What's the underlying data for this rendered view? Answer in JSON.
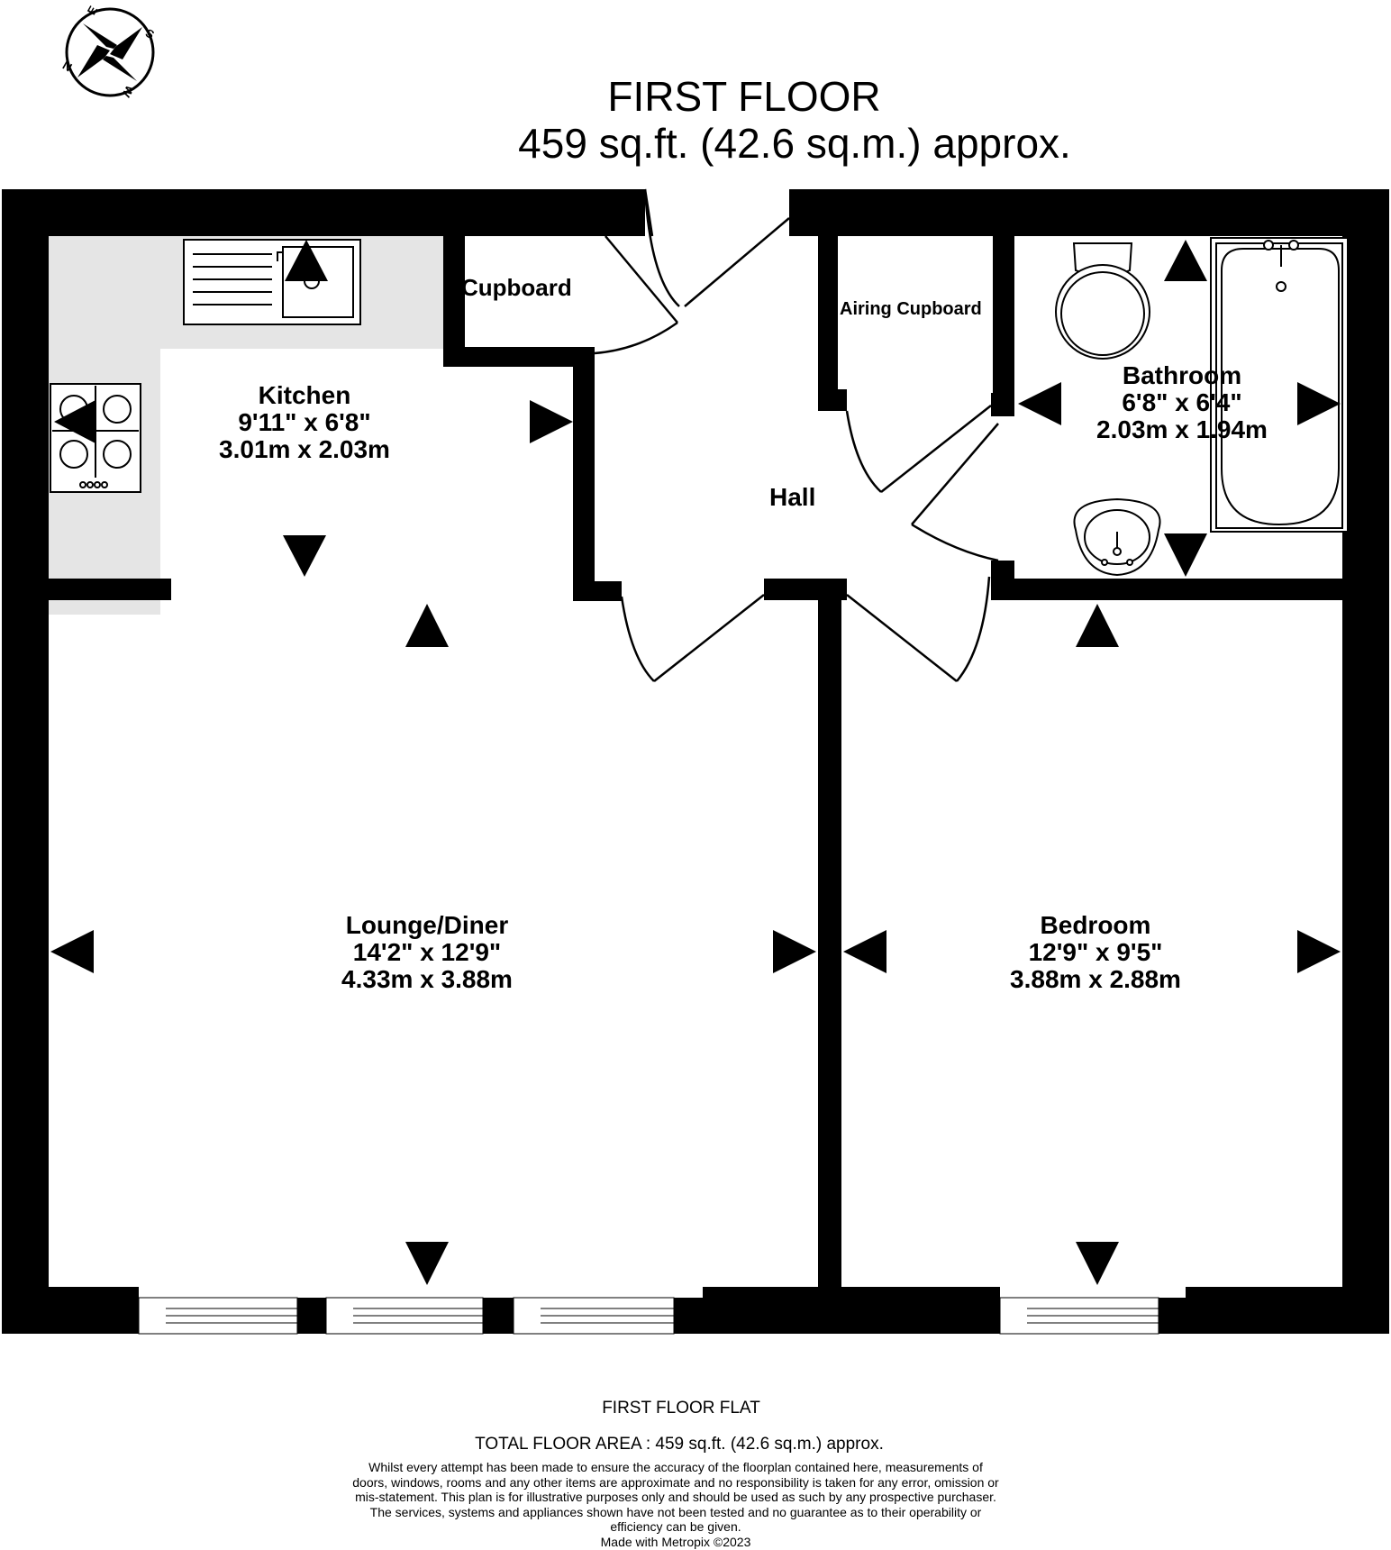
{
  "header": {
    "floor_title": "FIRST FLOOR",
    "area": "459 sq.ft. (42.6 sq.m.) approx."
  },
  "compass": {
    "letters": [
      "E",
      "S",
      "W",
      "N"
    ]
  },
  "rooms": {
    "kitchen": {
      "name": "Kitchen",
      "imperial": "9'11\"  x 6'8\"",
      "metric": "3.01m  x 2.03m"
    },
    "lounge": {
      "name": "Lounge/Diner",
      "imperial": "14'2\"  x 12'9\"",
      "metric": "4.33m  x 3.88m"
    },
    "bedroom": {
      "name": "Bedroom",
      "imperial": "12'9\"  x 9'5\"",
      "metric": "3.88m  x 2.88m"
    },
    "bathroom": {
      "name": "Bathroom",
      "imperial": "6'8\"  x 6'4\"",
      "metric": "2.03m  x 1.94m"
    },
    "hall": {
      "name": "Hall"
    },
    "cupboard": {
      "name": "Cupboard"
    },
    "airing": {
      "name": "Airing Cupboard"
    }
  },
  "footer": {
    "title": "FIRST FLOOR FLAT",
    "total_area": "TOTAL FLOOR AREA : 459 sq.ft. (42.6 sq.m.) approx.",
    "disclaimer": "Whilst every attempt has been made to ensure the accuracy of the floorplan contained here, measurements of doors, windows, rooms and any other items are approximate and no responsibility is taken for any error, omission or mis-statement. This plan is for illustrative purposes only and should be used as such by any prospective purchaser. The services, systems and appliances shown have not been tested and no guarantee as to their operability or efficiency can be given.",
    "credit": "Made with Metropix ©2023"
  },
  "colors": {
    "wall": "#000000",
    "kitchen_worktop": "#e5e5e5",
    "background": "#ffffff"
  }
}
